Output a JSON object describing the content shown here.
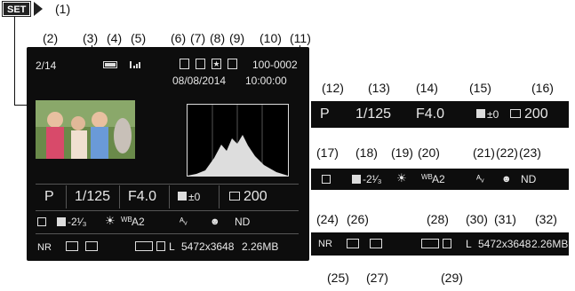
{
  "callouts": {
    "c1": "(1)",
    "c2": "(2)",
    "c3": "(3)",
    "c4": "(4)",
    "c5": "(5)",
    "c6": "(6)",
    "c7": "(7)",
    "c8": "(8)",
    "c9": "(9)",
    "c10": "(10)",
    "c11": "(11)",
    "c12": "(12)",
    "c13": "(13)",
    "c14": "(14)",
    "c15": "(15)",
    "c16": "(16)",
    "c17": "(17)",
    "c18": "(18)",
    "c19": "(19)",
    "c20": "(20)",
    "c21": "(21)",
    "c22": "(22)",
    "c23": "(23)",
    "c24": "(24)",
    "c25": "(25)",
    "c26": "(26)",
    "c27": "(27)",
    "c28": "(28)",
    "c29": "(29)",
    "c30": "(30)",
    "c31": "(31)",
    "c32": "(32)"
  },
  "badge": {
    "set": "SET"
  },
  "screen": {
    "image_count": "2/14",
    "file_number": "100-0002",
    "date": "08/08/2014",
    "time": "10:00:00",
    "row1": {
      "mode": "P",
      "shutter": "1/125",
      "aperture": "F4.0",
      "exposure": "±0",
      "iso": "200"
    },
    "row2": {
      "metering": "",
      "flash_comp": "-2¹⁄₃",
      "wb_label": "WB",
      "wb_value": "A2",
      "nd": "ND"
    },
    "row3": {
      "nr": "NR",
      "size": "5472x3648",
      "filesize": "2.26MB",
      "quality": "L"
    }
  },
  "strips": {
    "a": {
      "mode": "P",
      "shutter": "1/125",
      "aperture": "F4.0",
      "exposure": "±0",
      "iso": "200"
    },
    "b": {
      "flash_comp": "-2¹⁄₃",
      "wb_label": "WB",
      "wb_value": "A2",
      "nd": "ND"
    },
    "c": {
      "nr": "NR",
      "quality": "L",
      "size": "5472x3648",
      "filesize": "2.26MB"
    }
  },
  "colors": {
    "screen_bg": "#0d0d0d",
    "screen_text": "#e8e8e8",
    "ink": "#111111"
  }
}
